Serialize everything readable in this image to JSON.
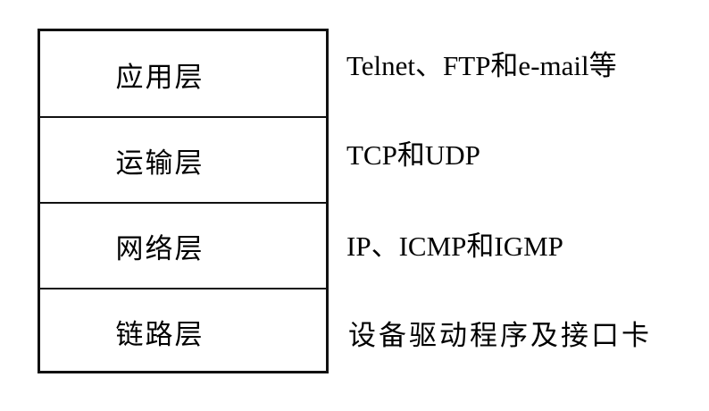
{
  "layers": [
    {
      "name": "应用层",
      "protocols": "Telnet、FTP和e-mail等"
    },
    {
      "name": "运输层",
      "protocols": "TCP和UDP"
    },
    {
      "name": "网络层",
      "protocols": "IP、ICMP和IGMP"
    },
    {
      "name": "链路层",
      "protocols": "设备驱动程序及接口卡"
    }
  ],
  "colors": {
    "line": "#111111",
    "text": "#000000",
    "background": "#ffffff"
  }
}
